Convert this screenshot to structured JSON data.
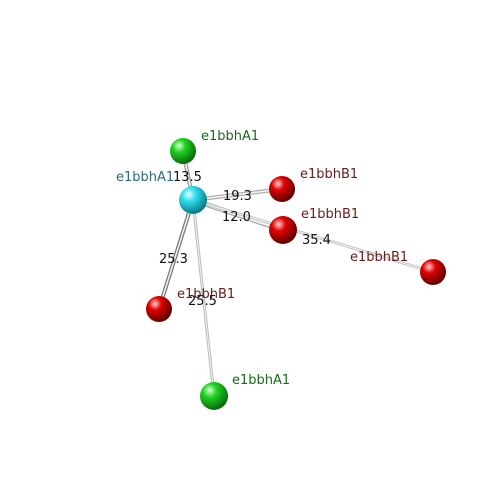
{
  "colors": {
    "center": "#20d8e8",
    "chain_a": "#18cc18",
    "chain_b": "#dd0000",
    "label_center": "#2a6a7a",
    "label_a": "#1a6a1a",
    "label_b": "#6a1a1a",
    "background": "#ffffff"
  },
  "atoms": [
    {
      "id": "c",
      "kind": "center",
      "label": "e1bbhA1"
    },
    {
      "id": "a1",
      "kind": "chain_a",
      "label": "e1bbhA1"
    },
    {
      "id": "a2",
      "kind": "chain_a",
      "label": "e1bbhA1"
    },
    {
      "id": "b1",
      "kind": "chain_b",
      "label": "e1bbhB1"
    },
    {
      "id": "b2",
      "kind": "chain_b",
      "label": "e1bbhB1"
    },
    {
      "id": "b3",
      "kind": "chain_b",
      "label": "e1bbhB1"
    },
    {
      "id": "b4",
      "kind": "chain_b",
      "label": "e1bbhB1"
    }
  ],
  "bonds": [
    {
      "from": "c",
      "to": "a1",
      "distance": "13.5"
    },
    {
      "from": "c",
      "to": "b1",
      "distance": "19.3"
    },
    {
      "from": "c",
      "to": "b2",
      "distance": "12.0"
    },
    {
      "from": "c",
      "to": "b3",
      "distance": "35.4"
    },
    {
      "from": "c",
      "to": "b4",
      "distance": "25.3"
    },
    {
      "from": "c",
      "to": "a2",
      "distance": "25.5"
    }
  ]
}
